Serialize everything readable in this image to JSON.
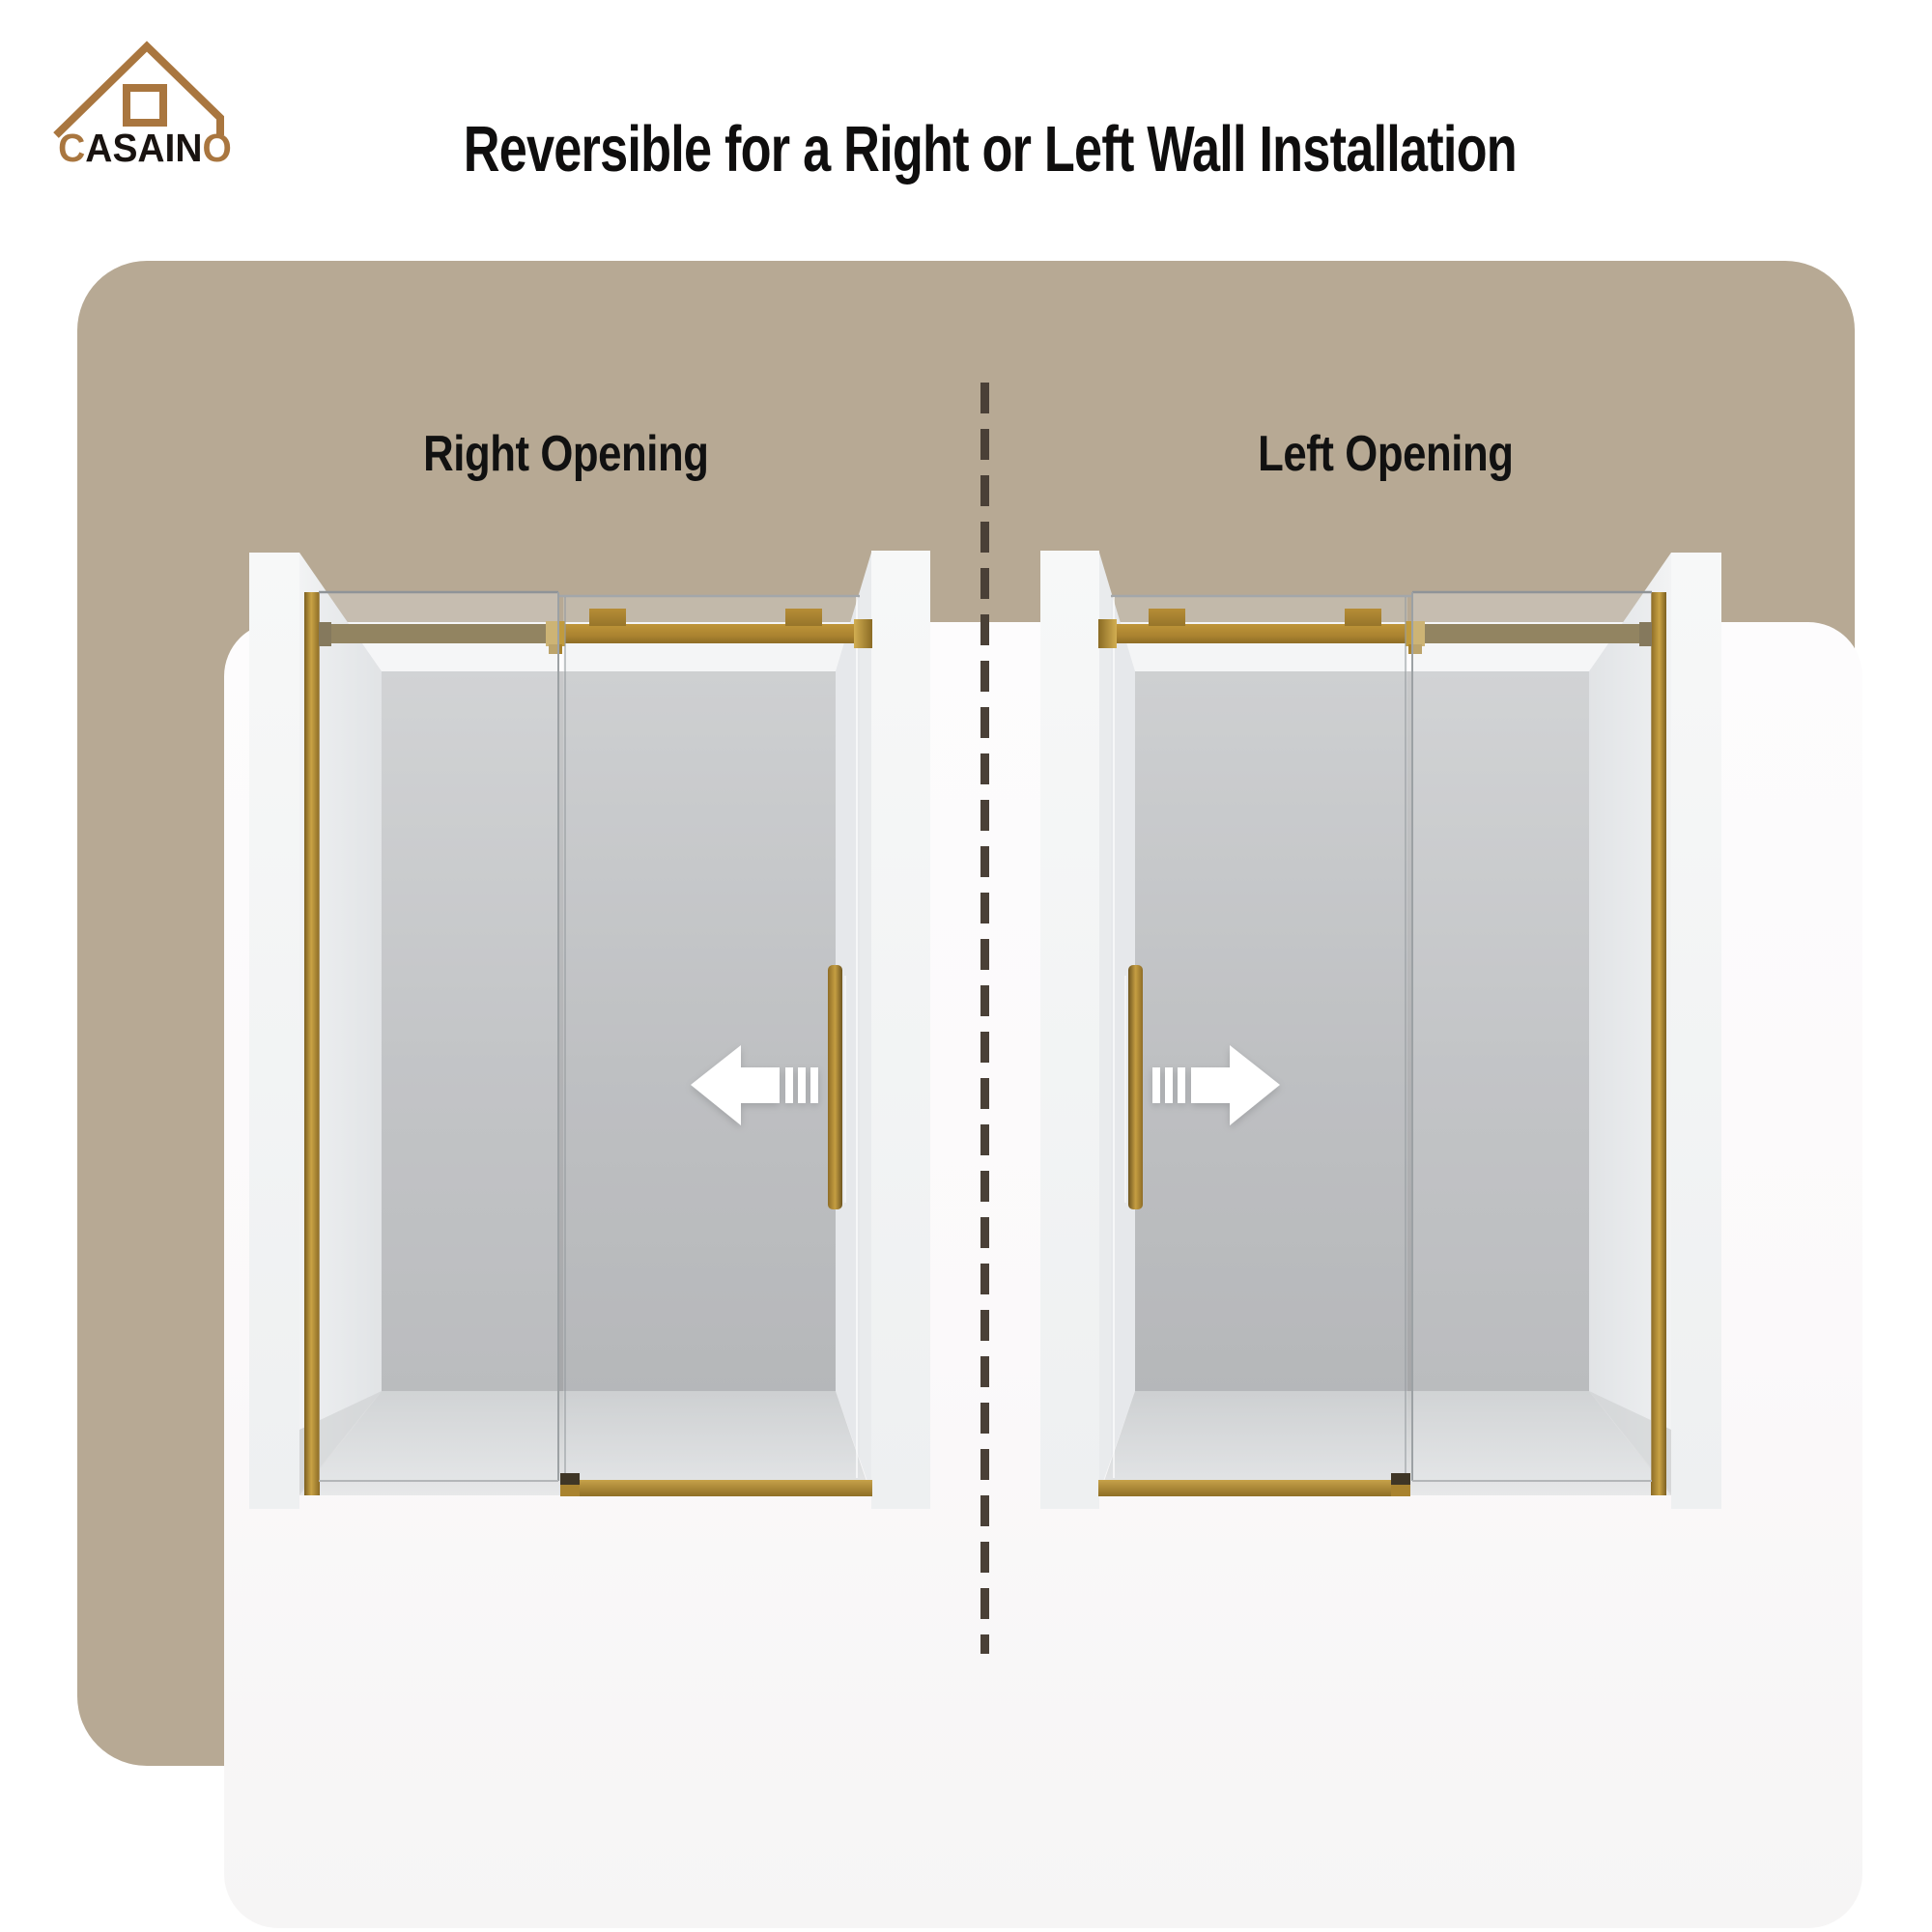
{
  "brand": {
    "name": "CASAINO",
    "prefix": "C",
    "middle": "ASAIN",
    "suffix": "O"
  },
  "title": "Reversible for a Right or Left Wall Installation",
  "panels": [
    {
      "label": "Right Opening",
      "slide_direction": "left"
    },
    {
      "label": "Left Opening",
      "slide_direction": "right"
    }
  ],
  "colors": {
    "frame_beige": "#B7A994",
    "canvas_white": "#FBFAFB",
    "hardware_gold": "#AE8631",
    "hardware_gold_dark": "#6B541F",
    "divider_dash": "#4A4037",
    "title_text": "#0F0E0E",
    "brand_brown": "#A9763F",
    "interior_gray": "#B4B5B7"
  }
}
